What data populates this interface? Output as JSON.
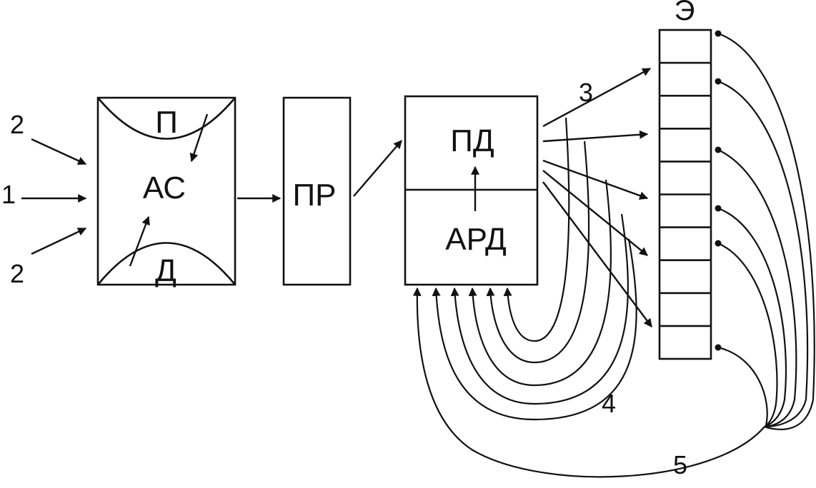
{
  "labels": {
    "p": "П",
    "as": "АС",
    "d": "Д",
    "pr": "ПР",
    "pd": "ПД",
    "ard": "АРД",
    "e": "Э",
    "n1": "1",
    "n2_top": "2",
    "n2_bottom": "2",
    "n3": "3",
    "n4": "4",
    "n5": "5"
  },
  "colors": {
    "ink": "#111111",
    "background": "#ffffff"
  },
  "cells_e": 10
}
